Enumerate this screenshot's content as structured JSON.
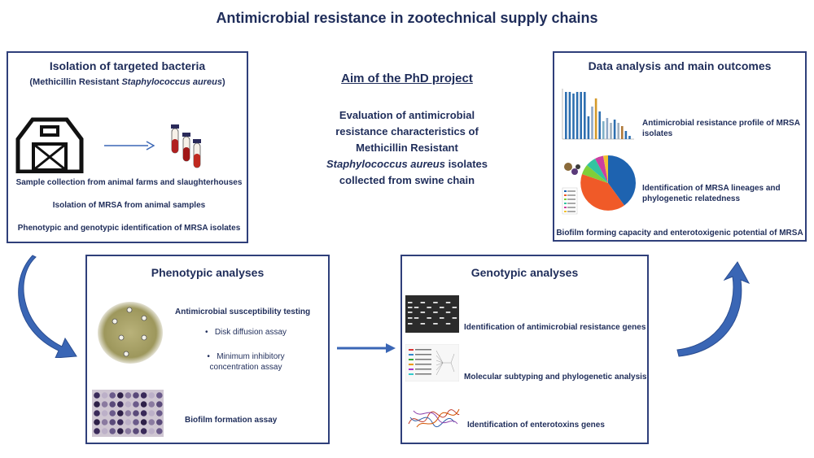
{
  "title": "Antimicrobial resistance in zootechnical supply chains",
  "isolation": {
    "header_line1": "Isolation of targeted bacteria",
    "header_line2_pre": "(Methicillin Resistant ",
    "header_line2_italic": "Staphylococcus aureus",
    "header_line2_post": ")",
    "items": [
      "Sample collection from animal  farms and slaughterhouses",
      "Isolation of MRSA from animal samples",
      "Phenotypic and genotypic identification of MRSA isolates"
    ]
  },
  "aim": {
    "header": "Aim of the PhD project",
    "line1": "Evaluation of antimicrobial",
    "line2": "resistance characteristics of",
    "line3": "Methicillin Resistant",
    "line4_italic": "Staphylococcus aureus",
    "line4_post": " isolates",
    "line5": "collected from swine chain"
  },
  "data_analysis": {
    "header": "Data analysis and main outcomes",
    "item1": "Antimicrobial resistance profile of MRSA isolates",
    "item2": "Identification of MRSA lineages and phylogenetic relatedness",
    "item3": "Biofilm forming capacity and enterotoxigenic potential of MRSA"
  },
  "phenotypic": {
    "header": "Phenotypic analyses",
    "item1": "Antimicrobial susceptibility testing",
    "bullet1": "Disk diffusion assay",
    "bullet2_line1": "Minimum inhibitory",
    "bullet2_line2": "concentration assay",
    "item2": "Biofilm formation assay"
  },
  "genotypic": {
    "header": "Genotypic analyses",
    "item1": "Identification of antimicrobial resistance genes",
    "item2": "Molecular subtyping and phylogenetic analysis",
    "item3": "Identification of enterotoxins genes"
  },
  "colors": {
    "navy": "#1f2d5a",
    "arrow_blue": "#3a66b5",
    "box_border": "#2f3f7a"
  }
}
